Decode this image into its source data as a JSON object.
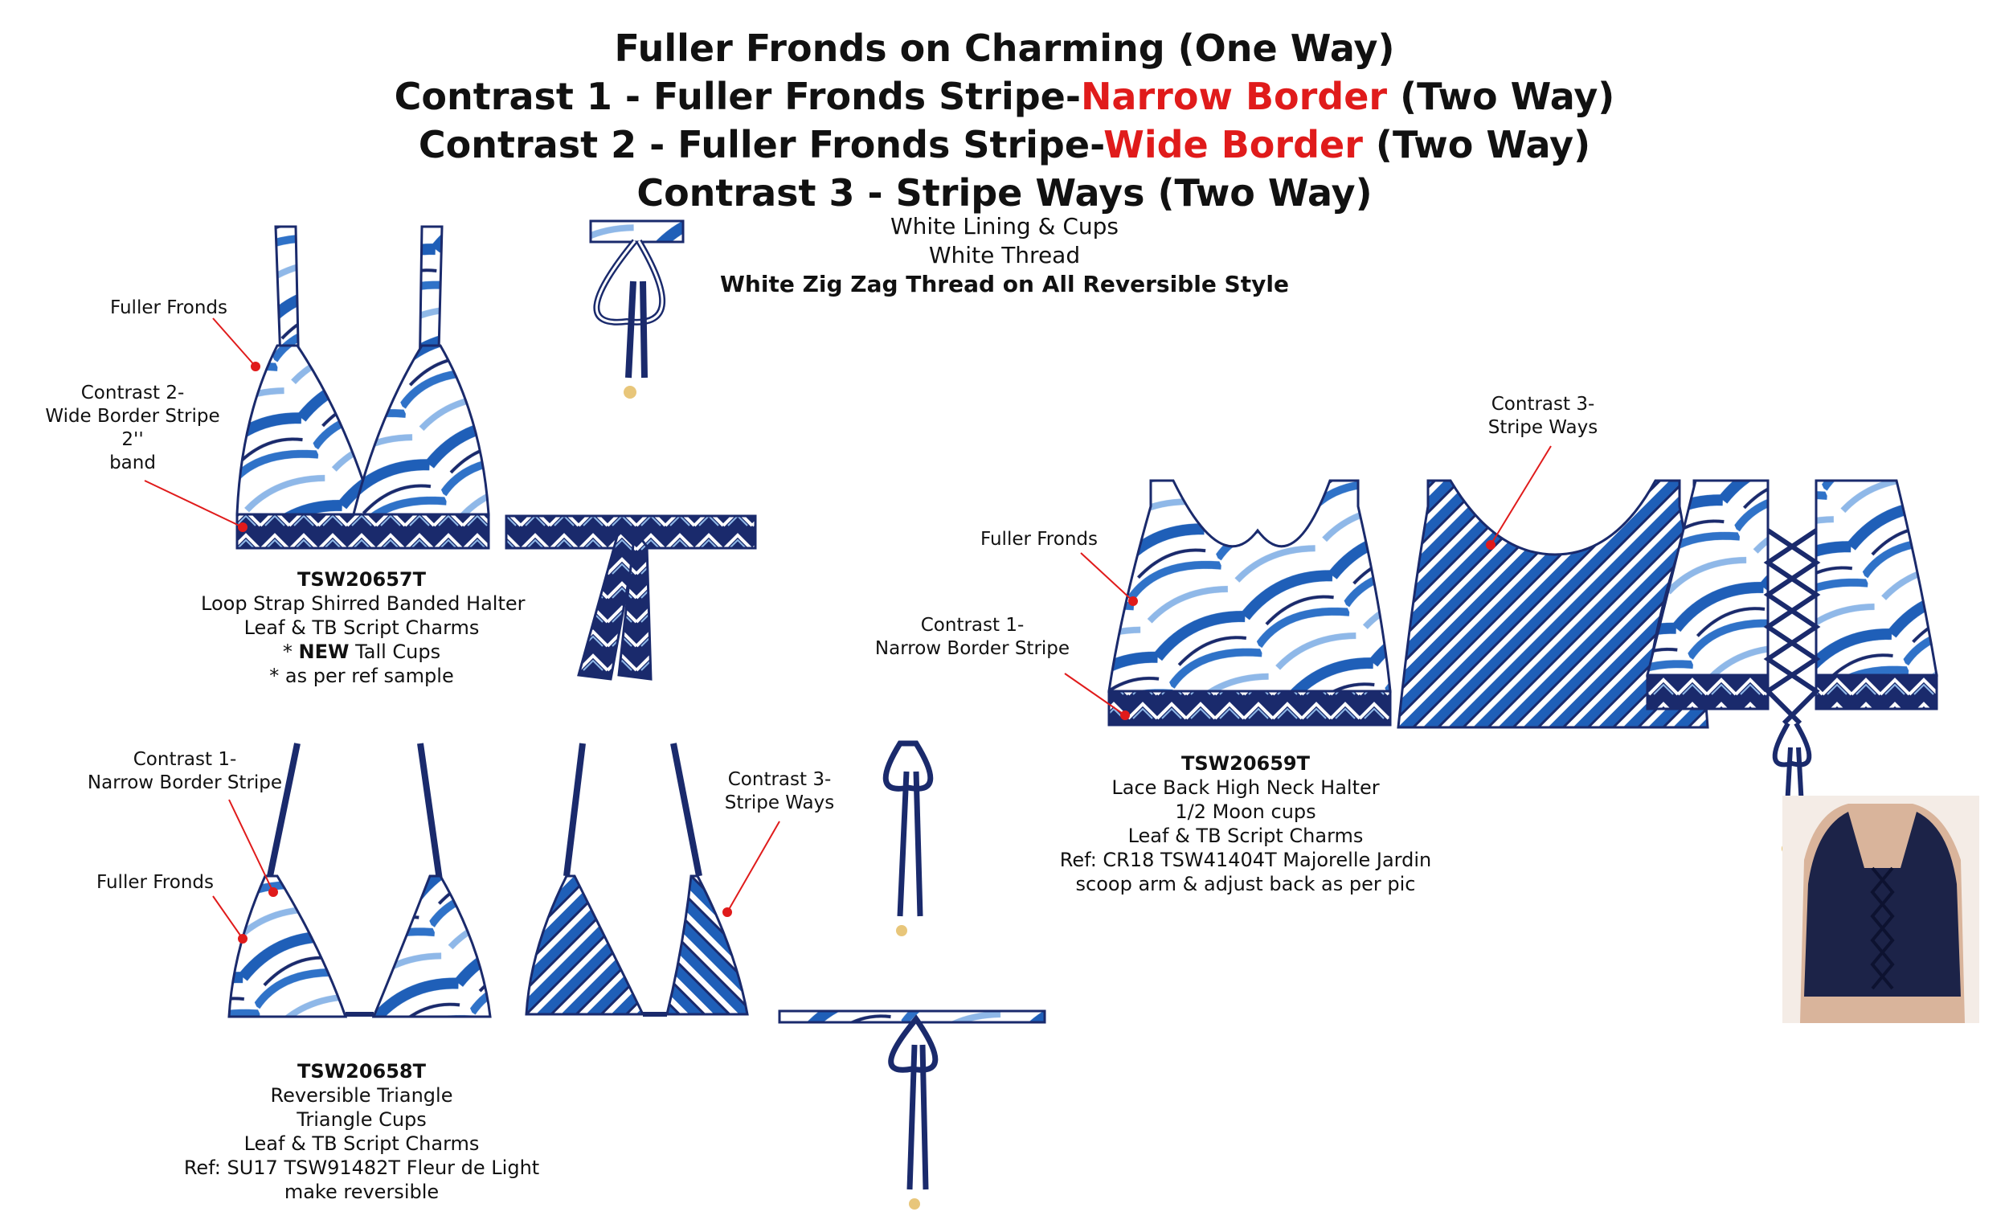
{
  "header": {
    "line1": "Fuller Fronds on Charming (One Way)",
    "line2_prefix": "Contrast 1 - Fuller Fronds Stripe-",
    "line2_red": "Narrow Border",
    "line2_suffix": " (Two Way)",
    "line3_prefix": "Contrast 2 - Fuller Fronds Stripe-",
    "line3_red": "Wide Border",
    "line3_suffix": " (Two Way)",
    "line4": "Contrast 3 - Stripe Ways (Two Way)",
    "lining": "White Lining & Cups",
    "thread": "White Thread",
    "zigzag": "White Zig Zag Thread on All Reversible Style"
  },
  "colors": {
    "navy": "#1a2a6c",
    "print_blue": "#1f5fb8",
    "light_blue": "#8fb8e8",
    "callout_red": "#e01b1b",
    "title_red": "#e01b1b",
    "charm_gold": "#e8c67a"
  },
  "styles": [
    {
      "code": "TSW20657T",
      "lines": [
        "Loop Strap Shirred Banded Halter",
        "Leaf & TB Script Charms"
      ],
      "new_prefix": "* ",
      "new_word": "NEW",
      "new_suffix": " Tall Cups",
      "note": "* as per ref sample",
      "callouts": [
        "Fuller Fronds",
        "Contrast 2-",
        "Wide Border Stripe",
        "2''",
        "band"
      ]
    },
    {
      "code": "TSW20658T",
      "lines": [
        "Reversible Triangle",
        "Triangle Cups",
        "Leaf & TB Script Charms",
        "Ref: SU17 TSW91482T Fleur de Light",
        "make reversible"
      ],
      "callouts": [
        "Contrast 1-",
        "Narrow Border Stripe",
        "Fuller Fronds",
        "Contrast 3-",
        "Stripe Ways"
      ]
    },
    {
      "code": "TSW20659T",
      "lines": [
        "Lace Back High Neck Halter",
        "1/2 Moon cups",
        "Leaf & TB Script Charms",
        "Ref: CR18 TSW41404T Majorelle Jardin",
        "scoop arm & adjust back as per pic"
      ],
      "callouts": [
        "Fuller Fronds",
        "Contrast 1-",
        "Narrow Border Stripe",
        "Contrast 3-",
        "Stripe Ways"
      ]
    }
  ]
}
